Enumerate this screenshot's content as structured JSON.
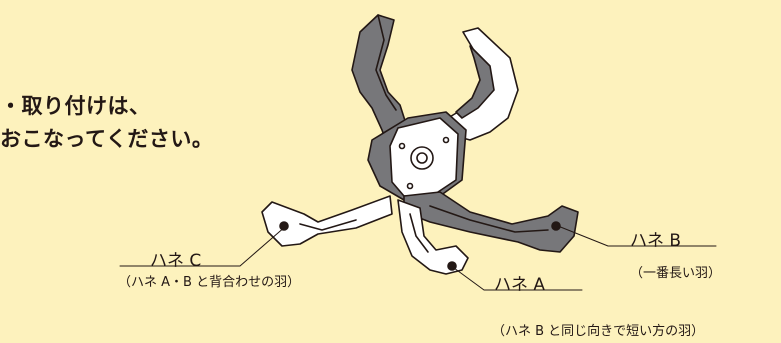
{
  "heading": {
    "line1": "取り付けは、",
    "line2": "おこなってください。"
  },
  "labels": {
    "blade_c": {
      "name": "ハネ C",
      "note": "（ハネ A・B と背合わせの羽）"
    },
    "blade_b": {
      "name": "ハネ B",
      "note": "（一番長い羽）"
    },
    "blade_a": {
      "name": "ハネ A",
      "note": "（ハネ B と同じ向きで短い方の羽）"
    }
  },
  "colors": {
    "background": "#fdf2bd",
    "dark_part": "#77777a",
    "light_part": "#ffffff",
    "outline": "#231815"
  }
}
